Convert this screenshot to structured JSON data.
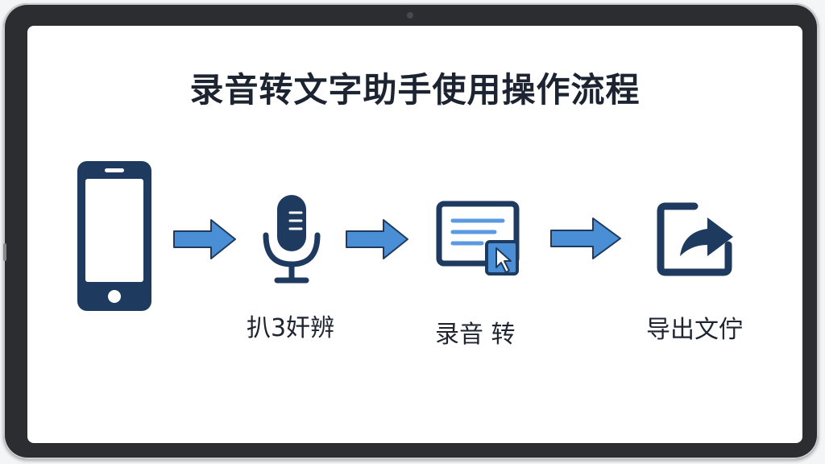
{
  "title": "录音转文字助手使用操作流程",
  "steps": [
    {
      "icon": "smartphone-icon",
      "label": ""
    },
    {
      "icon": "microphone-icon",
      "label": "扒3奸辨"
    },
    {
      "icon": "document-edit-icon",
      "label": "录音 转"
    },
    {
      "icon": "export-share-icon",
      "label": "导出文佇"
    }
  ],
  "colors": {
    "icon_dark": "#1f3a5f",
    "arrow_blue": "#4a8fd6",
    "doc_line_blue": "#5b9ae0",
    "title": "#1c2431"
  }
}
